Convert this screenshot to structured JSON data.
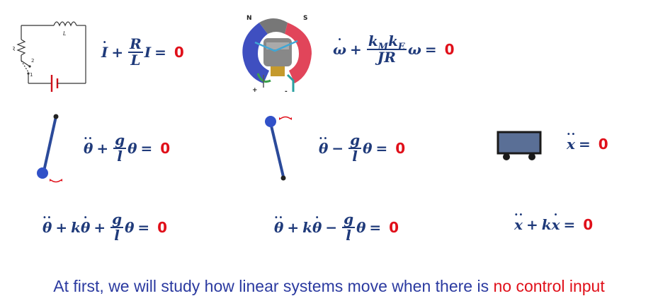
{
  "equations": {
    "rl": {
      "zero": "0"
    },
    "motor": {
      "zero": "0"
    },
    "pendulum_down": {
      "zero": "0"
    },
    "pendulum_up": {
      "zero": "0"
    },
    "cart": {
      "zero": "0"
    },
    "pendulum_down_damped": {
      "zero": "0"
    },
    "pendulum_up_damped": {
      "zero": "0"
    },
    "cart_damped": {
      "zero": "0"
    }
  },
  "circuit": {
    "inductor_label": "L",
    "resistor_label": "R",
    "switch_pos_1": "1",
    "switch_pos_2": "2"
  },
  "motor": {
    "north_label": "N",
    "south_label": "S",
    "plus_label": "+",
    "minus_label": "-"
  },
  "caption": {
    "main": "At first, we will study how linear systems move when there is",
    "highlight": "no control input"
  },
  "colors": {
    "equation_blue": "#1f3a7a",
    "zero_red": "#e0101a",
    "caption_blue": "#2b3aa0",
    "pendulum_rod": "#2b4a9a",
    "cart_body": "#5a6f96"
  }
}
